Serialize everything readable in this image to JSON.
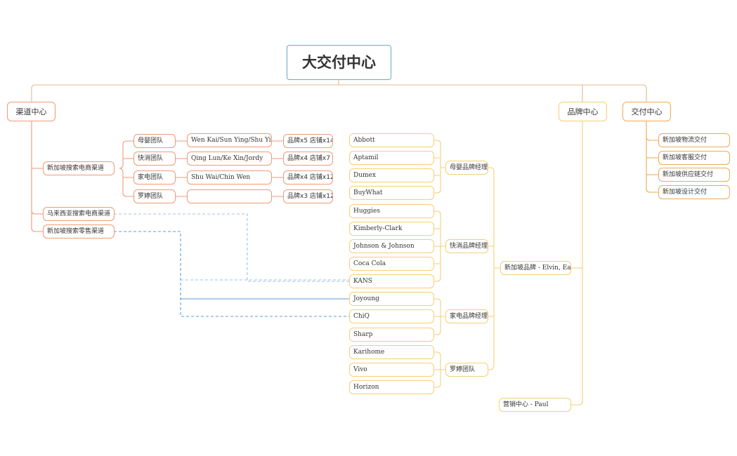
{
  "root": {
    "label": "大交付中心"
  },
  "channel_center": {
    "label": "渠道中心",
    "channels": [
      {
        "label": "新加坡搜索电商渠道",
        "teams": [
          {
            "label": "母婴团队",
            "members": "Wen Kai/Sun Ying/Shu Ying",
            "stats": "品牌x5 店铺x14"
          },
          {
            "label": "快消团队",
            "members": "Qing Lun/Ke Xin/Jordy",
            "stats": "品牌x4 店铺x7"
          },
          {
            "label": "家电团队",
            "members": "Shu Wai/Chin Wen",
            "stats": "品牌x4 店铺x12"
          },
          {
            "label": "罗婷团队",
            "members": "",
            "stats": "品牌x3 店铺x12"
          }
        ]
      },
      {
        "label": "马来西亚搜索电商渠道"
      },
      {
        "label": "新加坡搜索零售渠道"
      }
    ]
  },
  "brand_center": {
    "label": "品牌中心",
    "sg_brand": {
      "label": "新加坡品牌 - Elvin, Earl"
    },
    "marketing": {
      "label": "营销中心 - Paul"
    },
    "managers": [
      {
        "label": "母婴品牌经理",
        "brands": [
          "Abbott",
          "Aptamil",
          "Dumex",
          "BuyWhat"
        ]
      },
      {
        "label": "快消品牌经理",
        "brands": [
          "Huggies",
          "Kimberly-Clark",
          "Johnson & Johnson",
          "Coca Cola",
          "KANS"
        ]
      },
      {
        "label": "家电品牌经理",
        "brands": [
          "Joyoung",
          "ChiQ",
          "Sharp"
        ]
      },
      {
        "label": "罗婷团队",
        "brands": [
          "Karihome",
          "Vivo",
          "Horizon"
        ]
      }
    ]
  },
  "delivery_center": {
    "label": "交付中心",
    "items": [
      "新加坡物流交付",
      "新加坡客服交付",
      "新加坡供应链交付",
      "新加坡设计交付"
    ]
  },
  "colors": {
    "root_border": "#6fa8c8",
    "channel": "#ef9a78",
    "brand": "#f1c26b",
    "delivery": "#eeaa55",
    "link_dashed": "#9cc3e4",
    "link_solid": "#5a9fd4"
  }
}
